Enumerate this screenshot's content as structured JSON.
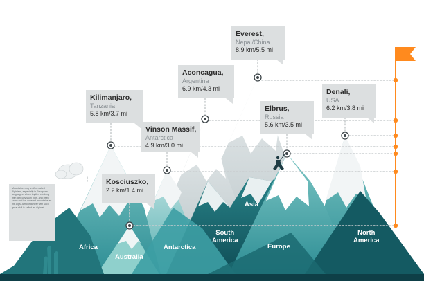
{
  "peaks": [
    {
      "name": "Everest,",
      "country": "Nepal/China",
      "height": "8.9 km/5.5 mi"
    },
    {
      "name": "Aconcagua,",
      "country": "Argentina",
      "height": "6.9 km/4.3 mi"
    },
    {
      "name": "Kilimanjaro,",
      "country": "Tanzania",
      "height": "5.8 km/3.7 mi"
    },
    {
      "name": "Denali,",
      "country": "USA",
      "height": "6.2 km/3.8 mi"
    },
    {
      "name": "Elbrus,",
      "country": "Russia",
      "height": "5.6 km/3.5 mi"
    },
    {
      "name": "Vinson Massif,",
      "country": "Antarctica",
      "height": "4.9 km/3.0 mi"
    },
    {
      "name": "Kosciuszko,",
      "country": "",
      "height": "2.2 km/1.4 mi"
    }
  ],
  "continents": {
    "africa": "Africa",
    "australia": "Australia",
    "antarctica": "Antarctica",
    "south_america_1": "South",
    "south_america_2": "America",
    "asia": "Asia",
    "europe": "Europe",
    "north_america_1": "North",
    "north_america_2": "America"
  },
  "info_text": "Mountaineering is often called Alpinism, especially in European languages, which implies climbing with difficulty such high, and often snow and ice-covered mountains as the Alps. A mountaineer with such great skill is called an Alpinist.",
  "colors": {
    "callout_bg": "#dcdfe0",
    "flag": "#ff8a1e",
    "guide_line": "#c9cdcf",
    "mountain_dark": "#1f6e74",
    "mountain_teal": "#3a9ea2",
    "snow": "#f2f5f6"
  },
  "icons": [
    "flag-icon",
    "climber-icon",
    "target-marker-icon",
    "cloud-icon"
  ]
}
